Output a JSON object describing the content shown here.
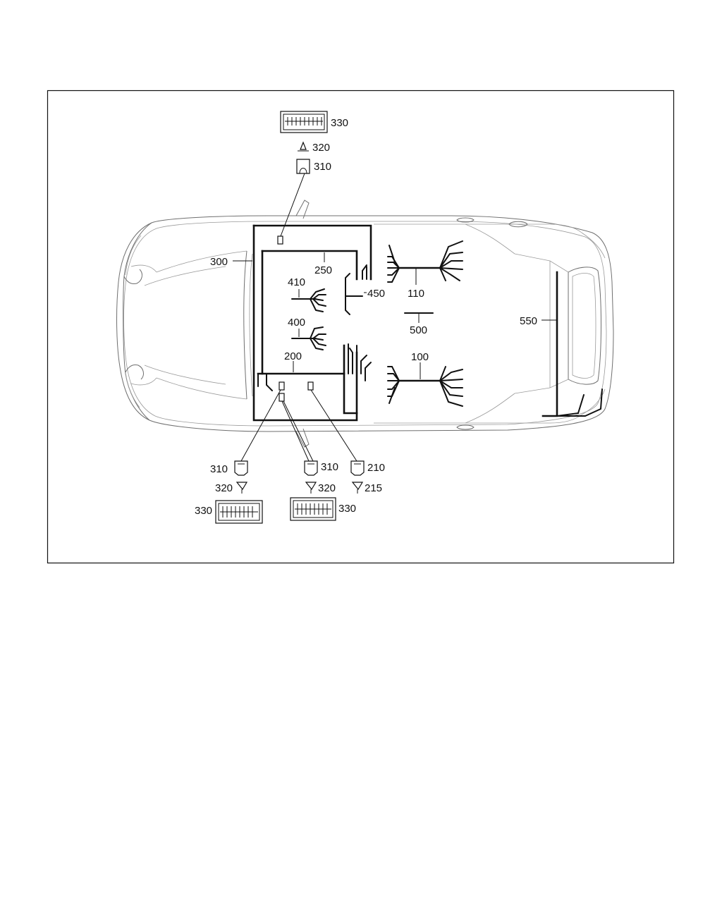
{
  "diagram": {
    "labels": {
      "c330_top": "330",
      "c320_top": "320",
      "c310_top": "310",
      "h300": "300",
      "h250": "250",
      "h410": "410",
      "h450": "450",
      "h110": "110",
      "h400": "400",
      "h500": "500",
      "h550": "550",
      "h200": "200",
      "h100": "100",
      "c310_bl": "310",
      "c320_bl": "320",
      "c330_bl": "330",
      "c310_bm": "310",
      "c320_bm": "320",
      "c330_bm": "330",
      "c210": "210",
      "c215": "215"
    }
  }
}
